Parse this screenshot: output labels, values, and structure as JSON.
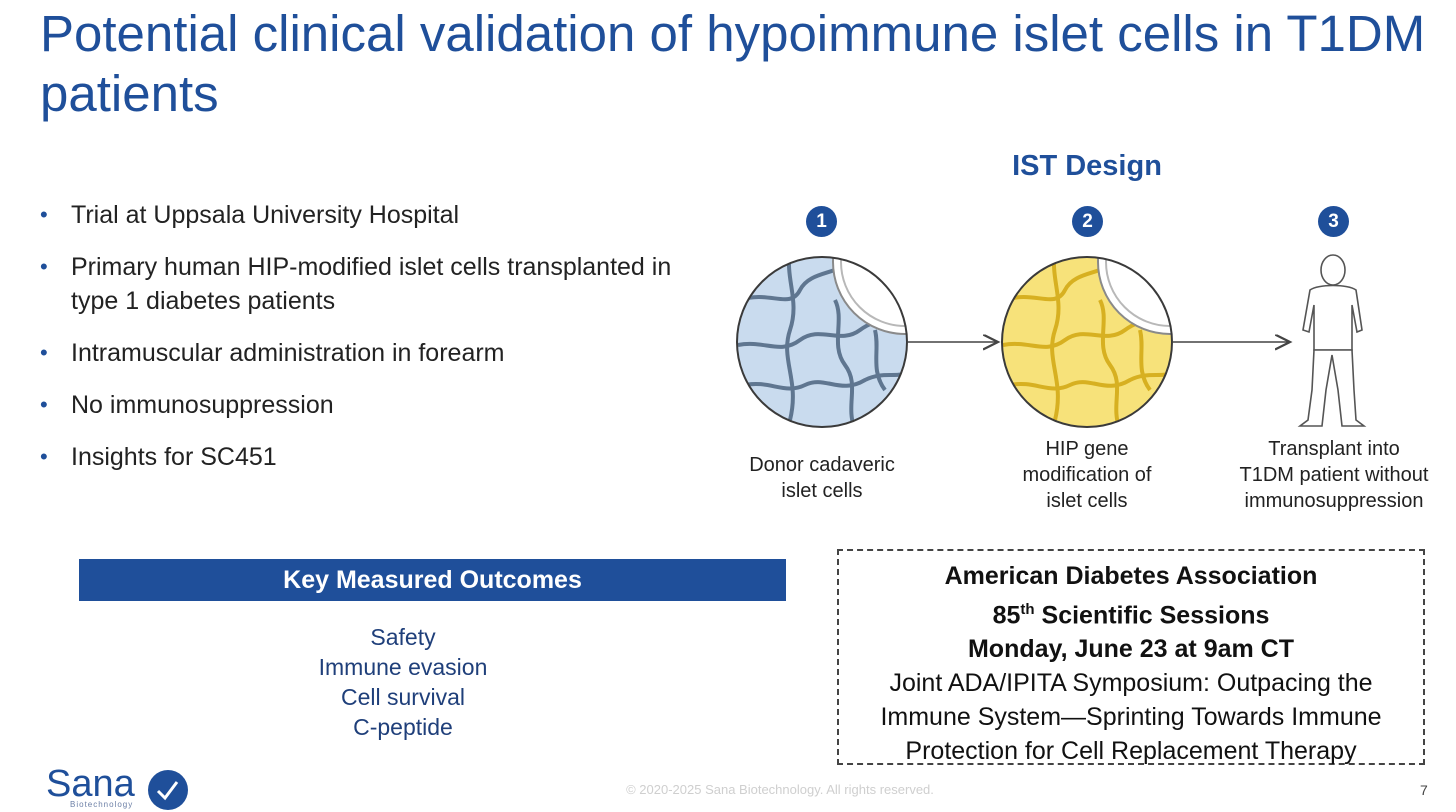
{
  "slide": {
    "title": "Potential clinical validation of hypoimmune islet cells in T1DM patients",
    "bullets": [
      "Trial at Uppsala University Hospital",
      "Primary human HIP-modified islet cells transplanted in type 1 diabetes patients",
      "Intramuscular administration in forearm",
      "No immunosuppression",
      "Insights for SC451"
    ],
    "bullet_marker": "•"
  },
  "ist": {
    "title": "IST Design",
    "steps": [
      {
        "num": "1",
        "label_lines": [
          "Donor cadaveric",
          "islet cells"
        ],
        "icon": "islet-cell-icon"
      },
      {
        "num": "2",
        "label_lines": [
          "HIP gene",
          "modification of",
          "islet cells"
        ],
        "icon": "hip-modified-cell-icon"
      },
      {
        "num": "3",
        "label_lines": [
          "Transplant into",
          "T1DM patient without",
          "immunosuppression"
        ],
        "icon": "patient-figure-icon"
      }
    ]
  },
  "outcomes": {
    "header": "Key Measured Outcomes",
    "items": [
      "Safety",
      "Immune evasion",
      "Cell survival",
      "C-peptide"
    ]
  },
  "event": {
    "line1": "American Diabetes Association",
    "line2_num": "85",
    "line2_sup": "th",
    "line2_rest": " Scientific Sessions",
    "line3": "Monday, June 23 at 9am CT",
    "desc_lines": [
      "Joint ADA/IPITA Symposium: Outpacing the",
      "Immune System—Sprinting Towards Immune",
      "Protection for Cell Replacement Therapy"
    ]
  },
  "footer": {
    "logo_text": "Sana",
    "logo_sub": "Biotechnology",
    "copyright": "© 2020-2025 Sana Biotechnology. All rights reserved.",
    "page": "7"
  },
  "colors": {
    "brand_blue": "#1f4f9a",
    "cell_blue": "#c9dbee",
    "cell_yellow": "#f7e27a"
  }
}
